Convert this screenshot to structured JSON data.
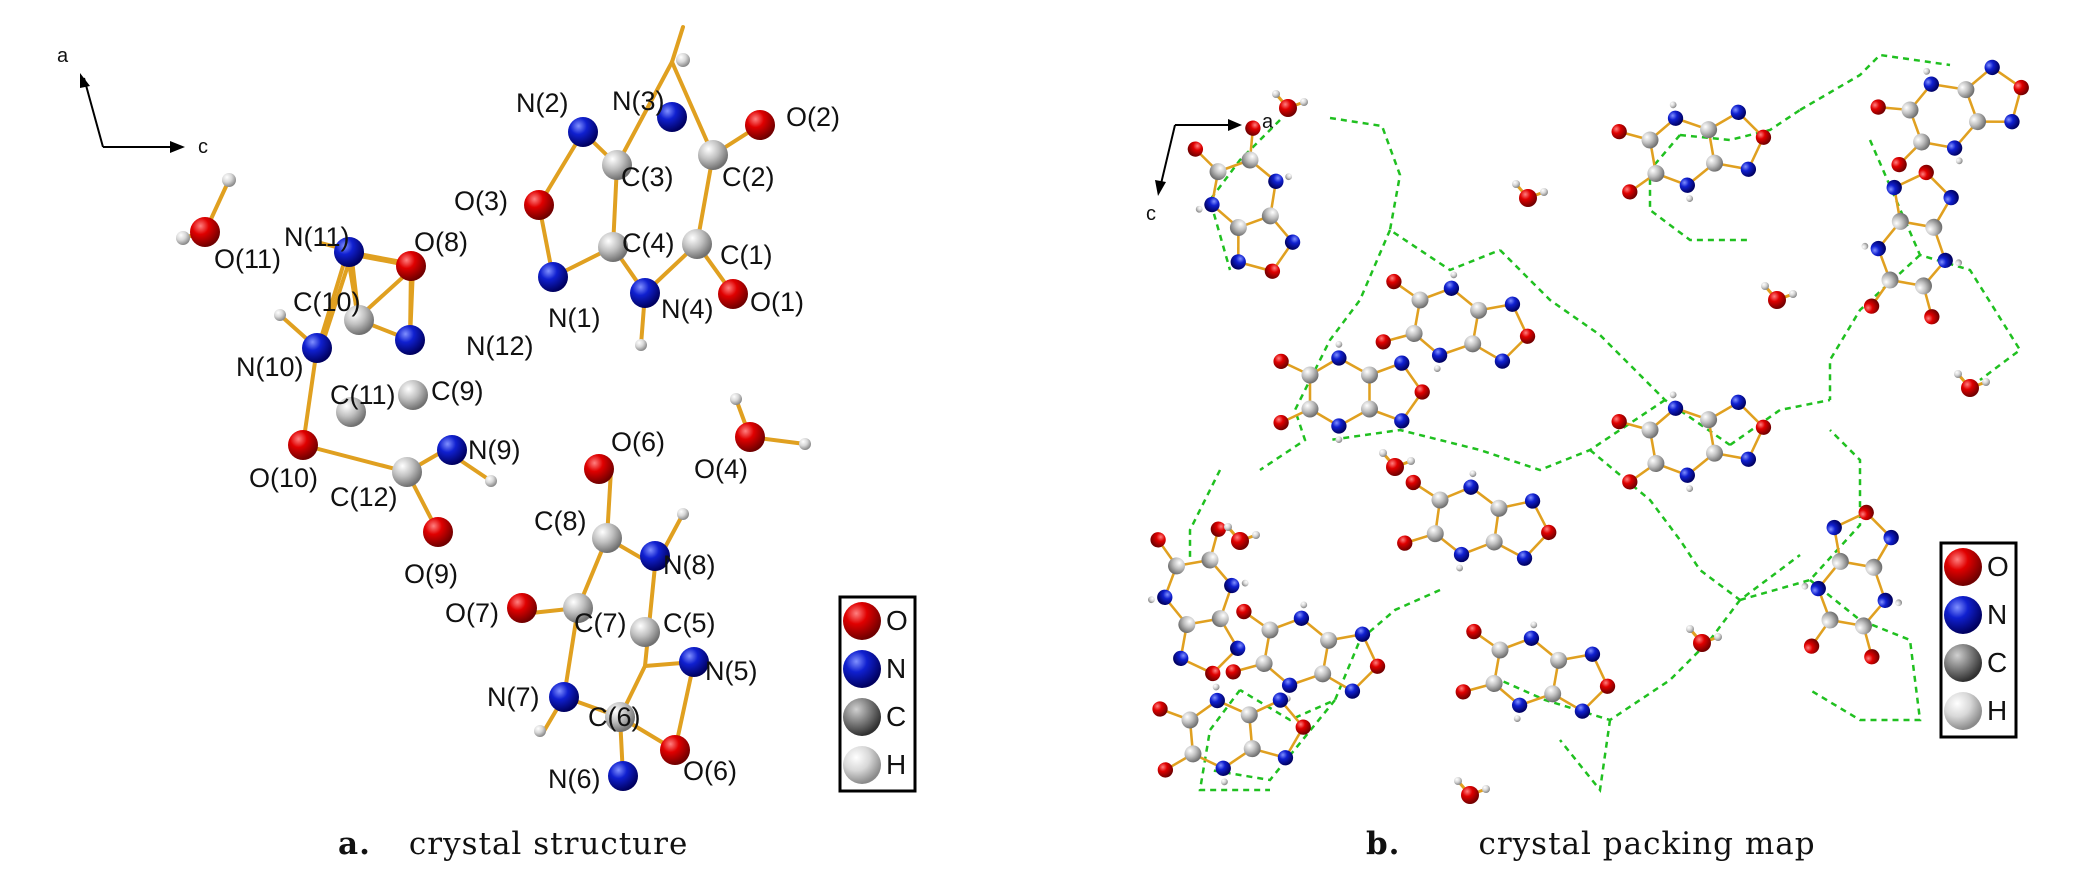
{
  "panel_a": {
    "caption_letter": "a.",
    "caption_text": "crystal structure",
    "axes": {
      "a": "a",
      "c": "c"
    },
    "labels": {
      "O2": "O(2)",
      "N3": "N(3)",
      "N2": "N(2)",
      "C3": "C(3)",
      "C2": "C(2)",
      "O3": "O(3)",
      "C4": "C(4)",
      "C1": "C(1)",
      "N1": "N(1)",
      "N4": "N(4)",
      "O1": "O(1)",
      "O11": "O(11)",
      "N11": "N(11)",
      "O8": "O(8)",
      "C10": "C(10)",
      "N10": "N(10)",
      "N12": "N(12)",
      "C11": "C(11)",
      "C9": "C(9)",
      "N9": "N(9)",
      "O10": "O(10)",
      "C12": "C(12)",
      "O9": "O(9)",
      "O6a": "O(6)",
      "O4": "O(4)",
      "C8": "C(8)",
      "N8": "N(8)",
      "O7": "O(7)",
      "C7": "C(7)",
      "C5": "C(5)",
      "N5": "N(5)",
      "N7": "N(7)",
      "C6": "C(6)",
      "N6": "N(6)",
      "O6b": "O(6)"
    },
    "legend": [
      "O",
      "N",
      "C",
      "H"
    ]
  },
  "panel_b": {
    "caption_letter": "b.",
    "caption_text": "crystal packing map",
    "axes": {
      "a": "a",
      "c": "c"
    },
    "legend": [
      "O",
      "N",
      "C",
      "H"
    ]
  },
  "colors": {
    "oxygen": "#e00000",
    "nitrogen": "#1020d0",
    "carbon": "#a0a0a0",
    "hydrogen": "#b0b0b0",
    "bond": "#e0a020",
    "hbond": "#20c020"
  }
}
